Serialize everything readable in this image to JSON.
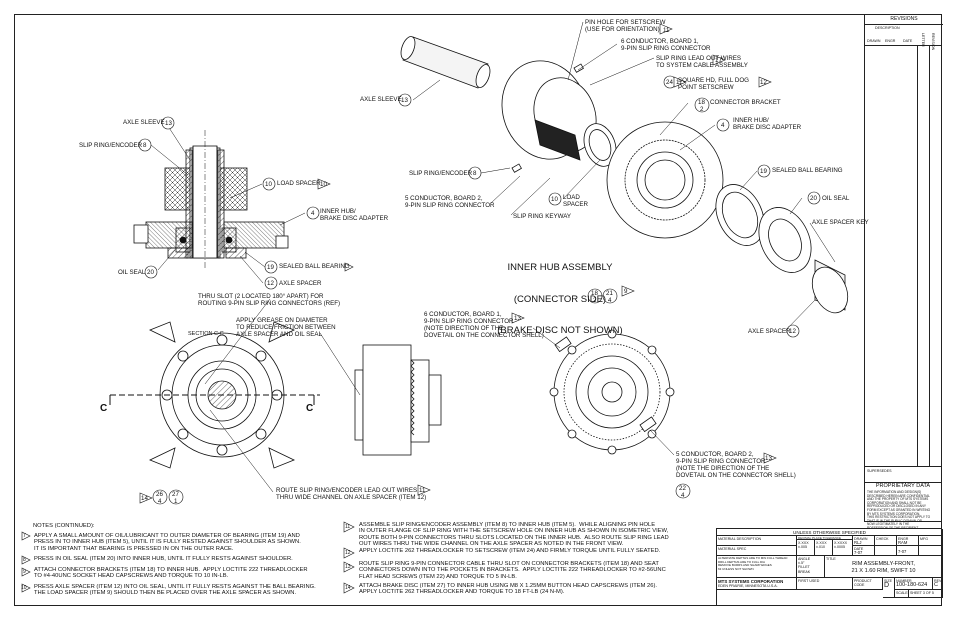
{
  "title": {
    "assembly": "INNER HUB ASSEMBLY",
    "side": "(CONNECTOR SIDE)",
    "note": "(BRAKE DISC NOT SHOWN)"
  },
  "callouts": {
    "pin_hole": "PIN HOLE FOR SETSCREW\n(USE FOR ORIENTATION)",
    "six_cond_board1_top": "6 CONDUCTOR, BOARD 1,\n9-PIN SLIP RING CONNECTOR",
    "lead_out": "SLIP RING LEAD OUT WIRES\nTO SYSTEM CABLE ASSEMBLY",
    "setscrew": "SQUARE HD, FULL DOG\nPOINT SETSCREW",
    "connector_bracket": "CONNECTOR BRACKET",
    "inner_hub_right": "INNER HUB/\nBRAKE DISC ADAPTER",
    "sealed_bearing_right": "SEALED BALL BEARING",
    "oil_seal_right": "OIL SEAL",
    "axle_spacer_key": "AXLE SPACER KEY",
    "axle_spacer_right": "AXLE SPACER",
    "axle_sleeve_top": "AXLE SLEEVE",
    "slip_ring_mid": "SLIP RING/ENCODER",
    "five_cond_board2_top": "5 CONDUCTOR, BOARD 2,\n9-PIN SLIP RING CONNECTOR",
    "load_spacer_mid": "LOAD\nSPACER",
    "keyway": "SLIP RING KEYWAY",
    "axle_sleeve_left": "AXLE SLEEVE",
    "slip_ring_left": "SLIP RING/ENCODER",
    "load_spacer_left": "LOAD SPACER",
    "inner_hub_left": "INNER HUB/\nBRAKE DISC ADAPTER",
    "sealed_bearing_left": "SEALED BALL BEARING",
    "oil_seal_left": "OIL SEAL",
    "axle_spacer_left": "AXLE SPACER",
    "thru_slot": "THRU SLOT (2 LOCATED 180° APART) FOR\nROUTING 9-PIN SLIP RING CONNECTORS (REF)",
    "grease": "APPLY GREASE ON DIAMETER\nTO REDUCE FRICTION BETWEEN\nAXLE SPACER AND OIL SEAL",
    "section": "SECTION C-C",
    "six_cond_board1_bottom": "6 CONDUCTOR, BOARD 1,\n9-PIN SLIP RING CONNECTOR\n(NOTE DIRECTION OF THE\nDOVETAIL ON THE CONNECTOR SHELL)",
    "five_cond_board2_bottom": "5 CONDUCTOR, BOARD 2,\n9-PIN SLIP RING CONNECTOR\n(NOTE THE DIRECTION OF THE\nDOVETAIL ON THE CONNECTOR SHELL)",
    "route": "ROUTE SLIP RING/ENCODER LEAD OUT WIRES\nTHRU WIDE CHANNEL ON AXLE SPACER (ITEM 12)",
    "section_c": "C"
  },
  "balloons": {
    "n1": "1",
    "n2": "2",
    "n4": "4",
    "n8": "8",
    "n10": "10",
    "n12": "12",
    "n13": "13",
    "n15": "15",
    "n16": "16",
    "n17": "17",
    "n18": "18",
    "n19": "19",
    "n20": "20",
    "n21": "21",
    "n22": "22",
    "n24": "24",
    "n26": "26",
    "n27": "27",
    "n11": "11",
    "n14": "14",
    "n9": "9",
    "n3": "3",
    "n5": "5",
    "n7": "7"
  },
  "notes": {
    "header": "NOTES (CONTINUED):",
    "items": [
      {
        "num": "7",
        "text": "APPLY A SMALL AMOUNT OF OIL/LUBRICANT TO OUTER DIAMETER OF BEARING (ITEM 19) AND\nPRESS IN TO INNER HUB (ITEM 5), UNTIL IT IS FULLY RESTED AGAINST SHOULDER AS SHOWN.\nIT IS IMPORTANT THAT BEARING IS PRESSED IN ON THE OUTER RACE."
      },
      {
        "num": "8",
        "text": "PRESS IN OIL SEAL (ITEM 20) INTO INNER HUB, UNTIL IT FULLY RESTS AGAINST SHOULDER."
      },
      {
        "num": "9",
        "text": "ATTACH CONNECTOR BRACKETS (ITEM 18) TO INNER HUB.  APPLY LOCTITE 222 THREADLOCKER\nTO #4-40UNC SOCKET HEAD CAPSCREWS AND TORQUE TO 10 IN-LB."
      },
      {
        "num": "10",
        "text": "PRESS AXLE SPACER (ITEM 12) INTO OIL SEAL, UNTIL IT FULLY RESTS AGAINST THE BALL BEARING.\nTHE LOAD SPACER (ITEM 9) SHOULD THEN BE PLACED OVER THE AXLE SPACER AS SHOWN."
      },
      {
        "num": "11",
        "text": "ASSEMBLE SLIP RING/ENCODER ASSEMBLY (ITEM 8) TO INNER HUB (ITEM 5).  WHILE ALIGNING PIN HOLE\nIN OUTER FLANGE OF SLIP RING WITH THE SETSCREW HOLE ON INNER HUB AS SHOWN IN ISOMETRIC VIEW,\nROUTE BOTH 9-PIN CONNECTORS THRU SLOTS LOCATED ON THE INNER HUB.  ALSO ROUTE SLIP RING LEAD\nOUT WIRES THRU THE WIDE CHANNEL ON THE AXLE SPACER AS NOTED IN THE FRONT VIEW."
      },
      {
        "num": "12",
        "text": "APPLY LOCTITE 262 THREADLOCKER TO SETSCREW (ITEM 24) AND FIRMLY TORQUE UNTIL FULLY SEATED."
      },
      {
        "num": "13",
        "text": "ROUTE SLIP RING 9-PIN CONNECTOR CABLE THRU SLOT ON CONNECTOR BRACKETS (ITEM 18) AND SEAT\nCONNECTORS DOWN INTO THE POCKETS IN BRACKETS.  APPLY LOCTITE 222 THREADLOCKER TO #2-56UNC\nFLAT HEAD SCREWS (ITEM 22) AND TORQUE TO 5 IN-LB."
      },
      {
        "num": "14",
        "text": "ATTACH BRAKE DISC (ITEM 27) TO INNER HUB USING M8 X 1.25MM BUTTON HEAD CAPSCREWS (ITEM 26).\nAPPLY LOCTITE 262 THREADLOCKER AND TORQUE TO 18 FT-LB (24 N-M)."
      }
    ]
  },
  "revisions": {
    "header": "REVISIONS",
    "description": "DESCRIPTION",
    "cols": [
      "DRAWN",
      "ENGR",
      "DATE",
      "LETTER",
      "REVISION"
    ]
  },
  "proprietary": {
    "header": "PROPRIETARY DATA",
    "text": "THE INFORMATION AND DESIGN(S)\nDESCRIBED HEREIN ARE CONFIDENTIAL\nAND THE PROPERTY OF MTS SYSTEMS\nCORPORATION AND SHALL NOT BE\nREPRODUCED OR DISCLOSED IN ANY\nFORM EXCEPT AS GRANTED IN WRITING\nBY MTS SYSTEMS CORPORATION.\nTHIS RESTRICTION DOES NOT APPLY TO\nTHAT IS IN THE PUBLIC DOMAIN OR\nNOW LEGITIMATELY IN THE\nPOSSESSION OF THE RECIPIENT.",
    "supersedes": "SUPERSEDES"
  },
  "titleblock": {
    "unless": "UNLESS OTHERWISE SPECIFIED",
    "material": "MATERIAL DESCRIPTION",
    "material_spec": "MATERIAL SPEC",
    "tol_header": "DECIMAL PLACE TOLERANCE",
    "tol1": "X.XXX\n±.005",
    "tol2": "X.XXX\n±.010",
    "tol3": "X.XXXX\n±.0005",
    "drawn_label": "DRAWN",
    "drawn": "RLJ",
    "check_label": "CHECK",
    "check": "",
    "engr_label": "ENGR",
    "engr": "RAM",
    "date_label": "DATE",
    "date1": "7-07",
    "date2": "7-07",
    "angle_label": "ANGLE",
    "angle": "±.5°",
    "fillet": "FILLET",
    "break_label": "BREAK",
    "title_label": "TITLE",
    "title": "RIM ASSEMBLY-FRONT,\n21 X 1.60 RIM, SWIFT 10",
    "dwg_notes": "ALTERNATE DEPTHS ARE TO MIN FULL THREAD\nDRILL DEPTHS ARE TO FULL DIA\nREMOVE BURRS AND SHARP EDGES\n63 UNLESS NOT SHOWN",
    "company": "MTS SYSTEMS CORPORATION",
    "address": "EDEN PRAIRIE, MINNESOTA U.S.A.",
    "first_used": "FIRST USED",
    "product_code": "PRODUCT CODE",
    "size_label": "SIZE",
    "size": "D",
    "number_label": "NUMBER",
    "number": "100-180-624",
    "rev_label": "REV",
    "rev": "C",
    "scale": "SCALE",
    "sheet": "SHEET 3 OF 5",
    "mfg": "MFG"
  }
}
